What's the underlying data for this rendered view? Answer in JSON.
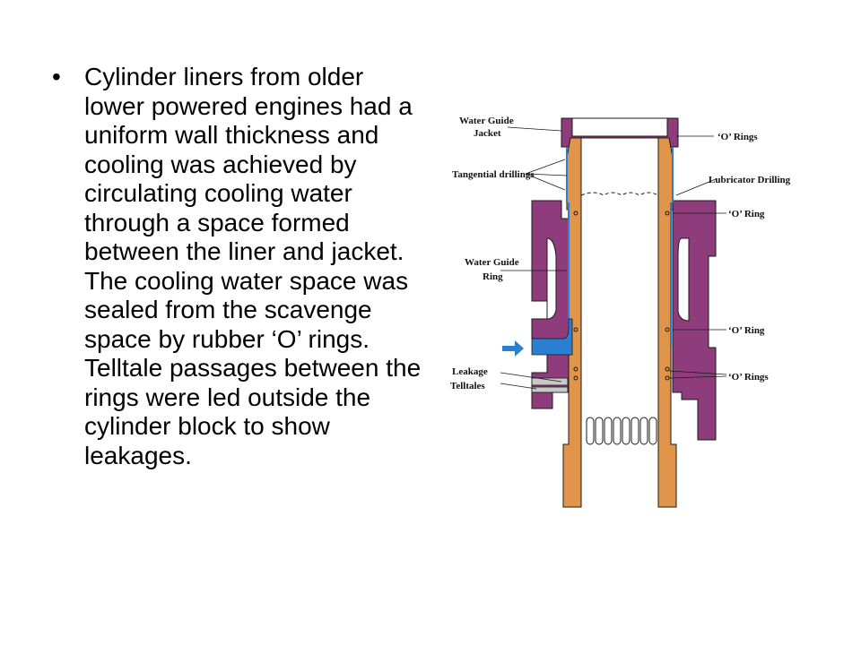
{
  "bullet": {
    "symbol": "•",
    "text": "Cylinder liners from older lower powered engines had a uniform wall thickness and cooling was achieved by circulating cooling water through a space formed between the liner and jacket. The cooling water space was sealed from the scavenge space by rubber ‘O’ rings. Telltale passages between the rings were led outside the cylinder block to show leakages."
  },
  "diagram": {
    "labels": {
      "water_guide_jacket_1": "Water Guide",
      "water_guide_jacket_2": "Jacket",
      "tangential_drillings": "Tangential drillings",
      "water_guide_ring_1": "Water Guide",
      "water_guide_ring_2": "Ring",
      "leakage_telltales_1": "Leakage",
      "leakage_telltales_2": "Telltales",
      "o_rings_top": "‘O’ Rings",
      "lubricator_drilling": "Lubricator Drilling",
      "o_ring_upper": "‘O’ Ring",
      "o_ring_lower": "‘O’ Ring",
      "o_rings_bottom": "‘O’ Rings"
    },
    "colors": {
      "liner": "#e0954a",
      "jacket": "#8e3c7c",
      "water": "#2a7fd0",
      "outline": "#1a1a1a"
    }
  }
}
